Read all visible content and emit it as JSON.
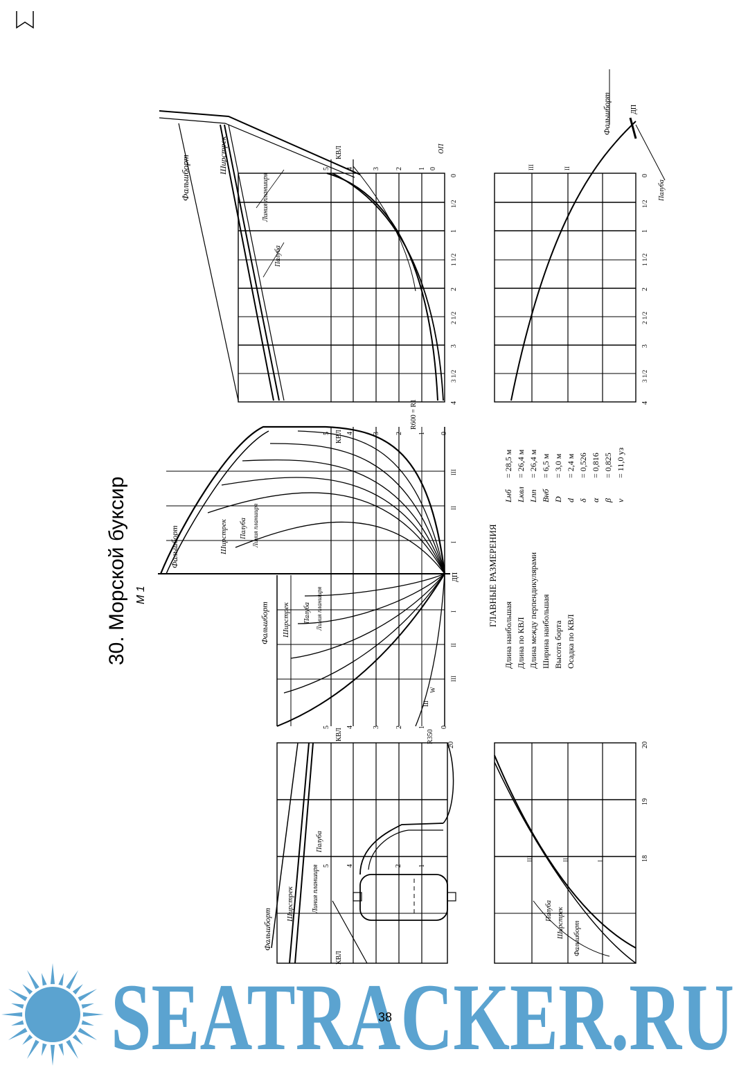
{
  "title": "30. Морской буксир",
  "scale": "М 1",
  "watermark_text": "SEATRACKER.RU",
  "page_number": "38",
  "specs": {
    "heading": "ГЛАВНЫЕ РАЗМЕРЕНИЯ",
    "rows": [
      {
        "label": "Длина наибольшая",
        "symbol": "Lнб",
        "value": "= 28,5 м"
      },
      {
        "label": "Длина по КВЛ",
        "symbol": "Lквл",
        "value": "= 26,4 м"
      },
      {
        "label": "Длина между перпендикулярами",
        "symbol": "Lпп",
        "value": "= 26,4 м"
      },
      {
        "label": "Ширина наибольшая",
        "symbol": "Bнб",
        "value": "= 6,5 м"
      },
      {
        "label": "Высота борта",
        "symbol": "D",
        "value": "= 3,0 м"
      },
      {
        "label": "Осадка по КВЛ",
        "symbol": "d",
        "value": "= 2,4 м"
      },
      {
        "label": "",
        "symbol": "δ",
        "value": "= 0,526"
      },
      {
        "label": "",
        "symbol": "α",
        "value": "= 0,816"
      },
      {
        "label": "",
        "symbol": "β",
        "value": "= 0,825"
      },
      {
        "label": "",
        "symbol": "v",
        "value": "= 11,0 уз"
      }
    ]
  },
  "labels": {
    "falshbort": "Фальшборт",
    "shirstrek": "Ширстрек",
    "palub": "Палуба",
    "planshir": "Линия планширя",
    "kvl": "КВЛ",
    "dp": "ДП",
    "op": "ОП",
    "r350": "R350",
    "r600": "R600 = R1",
    "sh": "Ш",
    "w": "W"
  },
  "waterlines": [
    "1",
    "2",
    "3",
    "4",
    "5"
  ],
  "waterline_marks": [
    "0",
    "1",
    "2",
    "3",
    "4",
    "5",
    "КВЛ"
  ],
  "bow_stations": [
    "0",
    "1/2",
    "1",
    "1 1/2",
    "2",
    "2 1/2",
    "3",
    "3 1/2",
    "4"
  ],
  "stern_stations": [
    "20",
    "19",
    "18"
  ],
  "buttocks": [
    "I",
    "II",
    "III"
  ],
  "colors": {
    "watermark": "#5ba3d0",
    "ink": "#000000"
  }
}
